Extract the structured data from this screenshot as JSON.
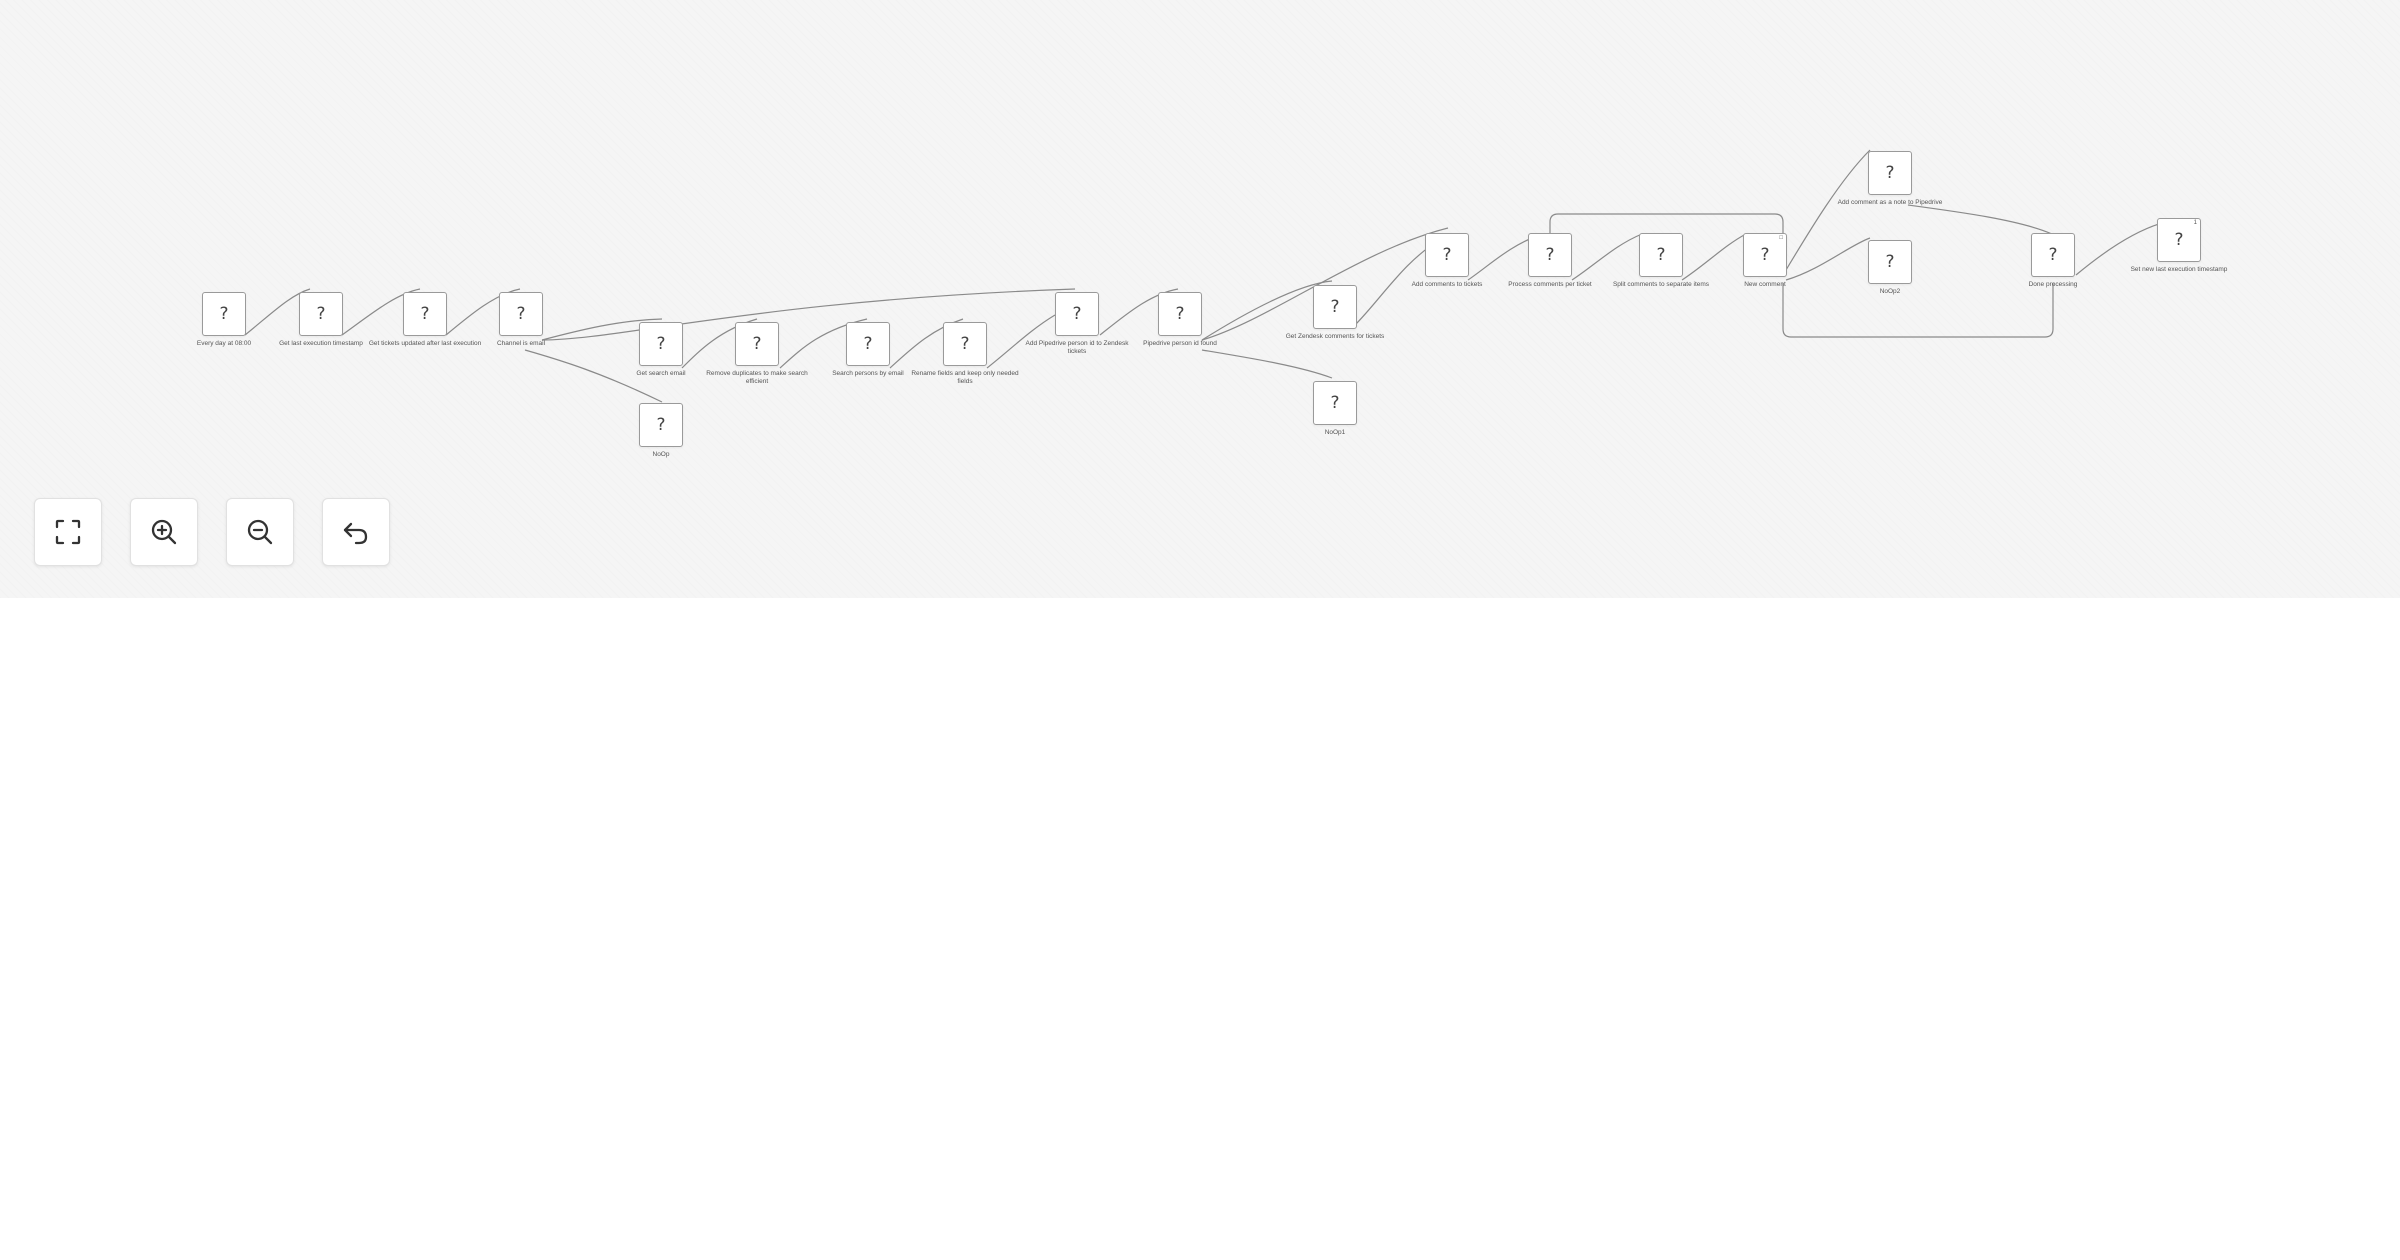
{
  "canvas": {
    "nodes": [
      {
        "id": "n1",
        "label": "Every day at 08:00",
        "icon": "?"
      },
      {
        "id": "n2",
        "label": "Get last execution timestamp",
        "icon": "?"
      },
      {
        "id": "n3",
        "label": "Get tickets updated after last execution",
        "icon": "?"
      },
      {
        "id": "n4",
        "label": "Channel is email",
        "icon": "?"
      },
      {
        "id": "n5",
        "label": "Get search email",
        "icon": "?"
      },
      {
        "id": "n6",
        "label": "NoOp",
        "icon": "?"
      },
      {
        "id": "n7",
        "label": "Remove duplicates to make search efficient",
        "icon": "?"
      },
      {
        "id": "n8",
        "label": "Search persons by email",
        "icon": "?"
      },
      {
        "id": "n9",
        "label": "Rename fields and keep only needed fields",
        "icon": "?"
      },
      {
        "id": "n10",
        "label": "Add Pipedrive person id to Zendesk tickets",
        "icon": "?"
      },
      {
        "id": "n11",
        "label": "Pipedrive person id found",
        "icon": "?"
      },
      {
        "id": "n12",
        "label": "Get Zendesk comments for tickets",
        "icon": "?"
      },
      {
        "id": "n13",
        "label": "NoOp1",
        "icon": "?"
      },
      {
        "id": "n14",
        "label": "Add comments to tickets",
        "icon": "?"
      },
      {
        "id": "n15",
        "label": "Process comments per ticket",
        "icon": "?"
      },
      {
        "id": "n16",
        "label": "Split comments to separate items",
        "icon": "?"
      },
      {
        "id": "n17",
        "label": "New comment",
        "icon": "?",
        "badge": "□"
      },
      {
        "id": "n18",
        "label": "Add comment as a note to Pipedrive",
        "icon": "?"
      },
      {
        "id": "n19",
        "label": "NoOp2",
        "icon": "?"
      },
      {
        "id": "n20",
        "label": "Done processing",
        "icon": "?"
      },
      {
        "id": "n21",
        "label": "Set new last execution timestamp",
        "icon": "?",
        "badge": "1"
      }
    ]
  },
  "controls": {
    "fit": {
      "icon": "fit-to-view-icon"
    },
    "zoom_in": {
      "icon": "zoom-in-icon"
    },
    "zoom_out": {
      "icon": "zoom-out-icon"
    },
    "reset": {
      "icon": "undo-icon"
    }
  }
}
